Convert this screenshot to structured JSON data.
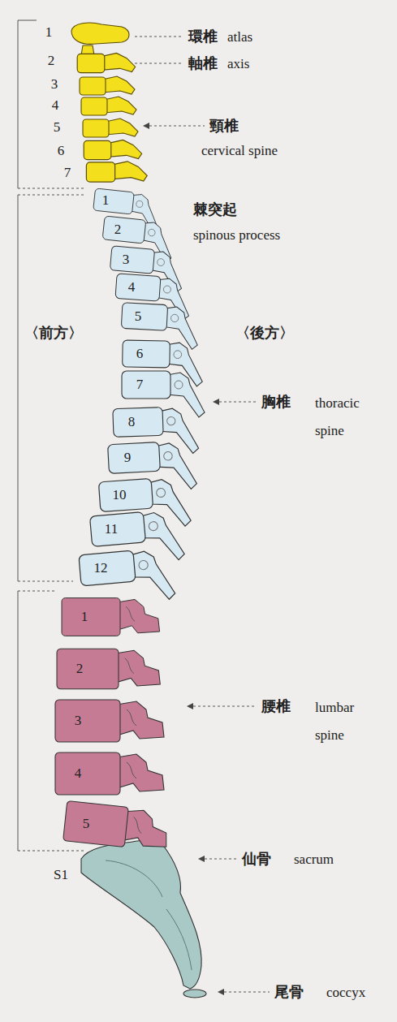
{
  "diagram": {
    "labels": [
      "1",
      "2",
      "3",
      "4",
      "5",
      "6",
      "7",
      "環椎",
      "atlas",
      "軸椎",
      "axis",
      "頸椎",
      "cervical spine",
      "1",
      "2",
      "3",
      "4",
      "5",
      "6",
      "7",
      "8",
      "9",
      "10",
      "11",
      "12",
      "棘突起",
      "spinous process",
      "〈前方〉",
      "〈後方〉",
      "胸椎",
      "thoracic spine",
      "1",
      "2",
      "3",
      "4",
      "5",
      "腰椎",
      "lumbar spine",
      "S1",
      "仙骨",
      "sacrum",
      "尾骨",
      "coccyx"
    ]
  }
}
